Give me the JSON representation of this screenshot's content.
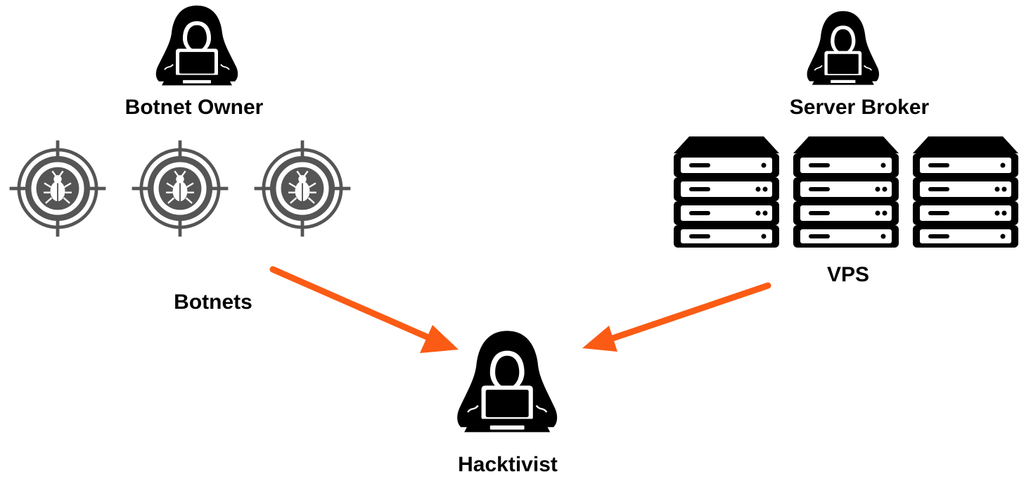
{
  "actors": {
    "botnet_owner": "Botnet Owner",
    "server_broker": "Server Broker",
    "hacktivist": "Hacktivist"
  },
  "resources": {
    "botnets": "Botnets",
    "vps": "VPS"
  },
  "colors": {
    "arrow": "#fb5b14",
    "icon_dark": "#000000",
    "target_gray": "#555555"
  },
  "icons": {
    "actor": "hooded-hacker-icon",
    "botnet": "bug-target-icon",
    "server": "server-rack-icon"
  }
}
